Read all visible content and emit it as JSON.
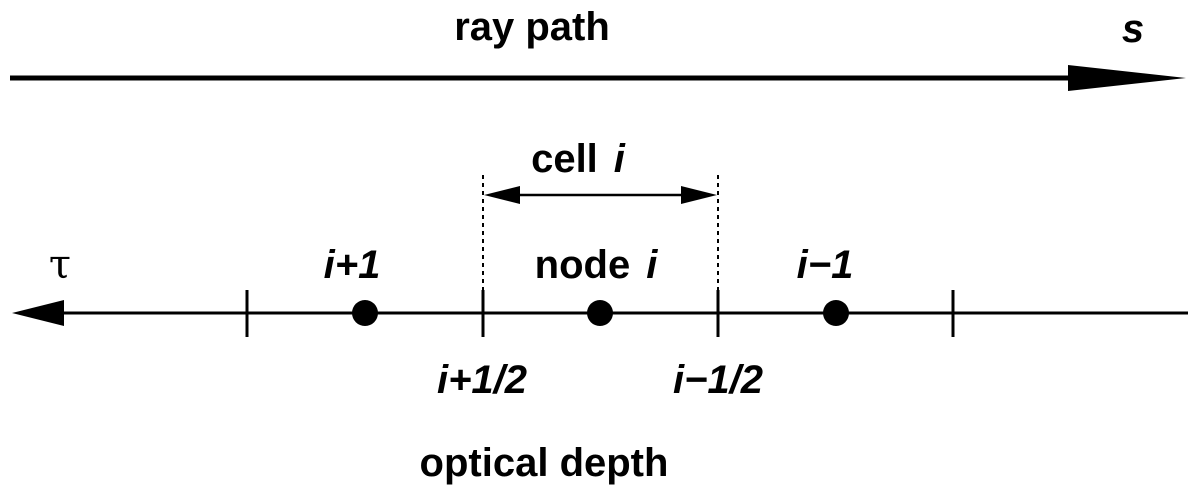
{
  "diagram": {
    "title": "ray path",
    "ray_axis_symbol": "s",
    "tau_symbol": "τ",
    "cell_label": "cell",
    "cell_index": "i",
    "node_label": "node",
    "node_index": "i",
    "nodes": [
      {
        "label": "i+1"
      },
      {
        "label": "i"
      },
      {
        "label": "i−1"
      }
    ],
    "interfaces": [
      {
        "label": ""
      },
      {
        "label": "i+1/2"
      },
      {
        "label": "i−1/2"
      },
      {
        "label": ""
      }
    ],
    "bottom_label": "optical depth",
    "colors": {
      "ink": "#000000",
      "background": "#ffffff"
    }
  }
}
